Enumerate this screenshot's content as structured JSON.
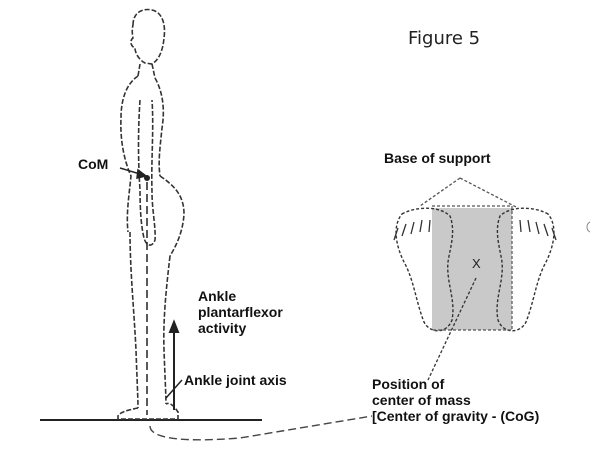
{
  "figure_title": "Figure 5",
  "labels": {
    "com": "CoM",
    "base_of_support": "Base of support",
    "ankle_activity": [
      "Ankle",
      "plantarflexor",
      "activity"
    ],
    "ankle_axis": "Ankle joint axis",
    "position_center": [
      "Position of",
      "center of mass",
      "[Center of gravity - (CoG)"
    ],
    "x_mark": "X"
  },
  "colors": {
    "line": "#222222",
    "support_fill": "#c9c9c9"
  }
}
